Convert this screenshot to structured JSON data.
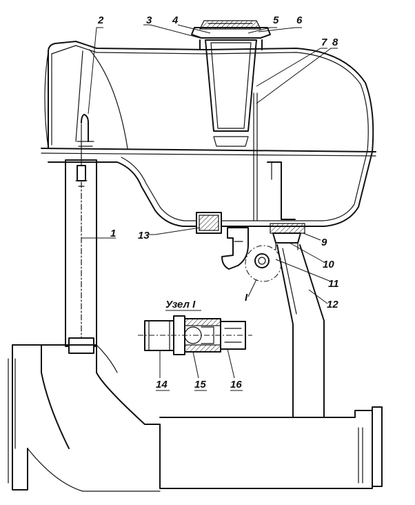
{
  "callouts": [
    {
      "id": "c1",
      "text": "1"
    },
    {
      "id": "c2",
      "text": "2"
    },
    {
      "id": "c3",
      "text": "3"
    },
    {
      "id": "c4",
      "text": "4"
    },
    {
      "id": "c5",
      "text": "5"
    },
    {
      "id": "c6",
      "text": "6"
    },
    {
      "id": "c7",
      "text": "7"
    },
    {
      "id": "c8",
      "text": "8"
    },
    {
      "id": "c9",
      "text": "9"
    },
    {
      "id": "c10",
      "text": "10"
    },
    {
      "id": "c11",
      "text": "11"
    },
    {
      "id": "c12",
      "text": "12"
    },
    {
      "id": "c13",
      "text": "13"
    },
    {
      "id": "c14",
      "text": "14"
    },
    {
      "id": "c15",
      "text": "15"
    },
    {
      "id": "c16",
      "text": "16"
    }
  ],
  "detail": {
    "title": "Узел I",
    "marker": "I"
  }
}
